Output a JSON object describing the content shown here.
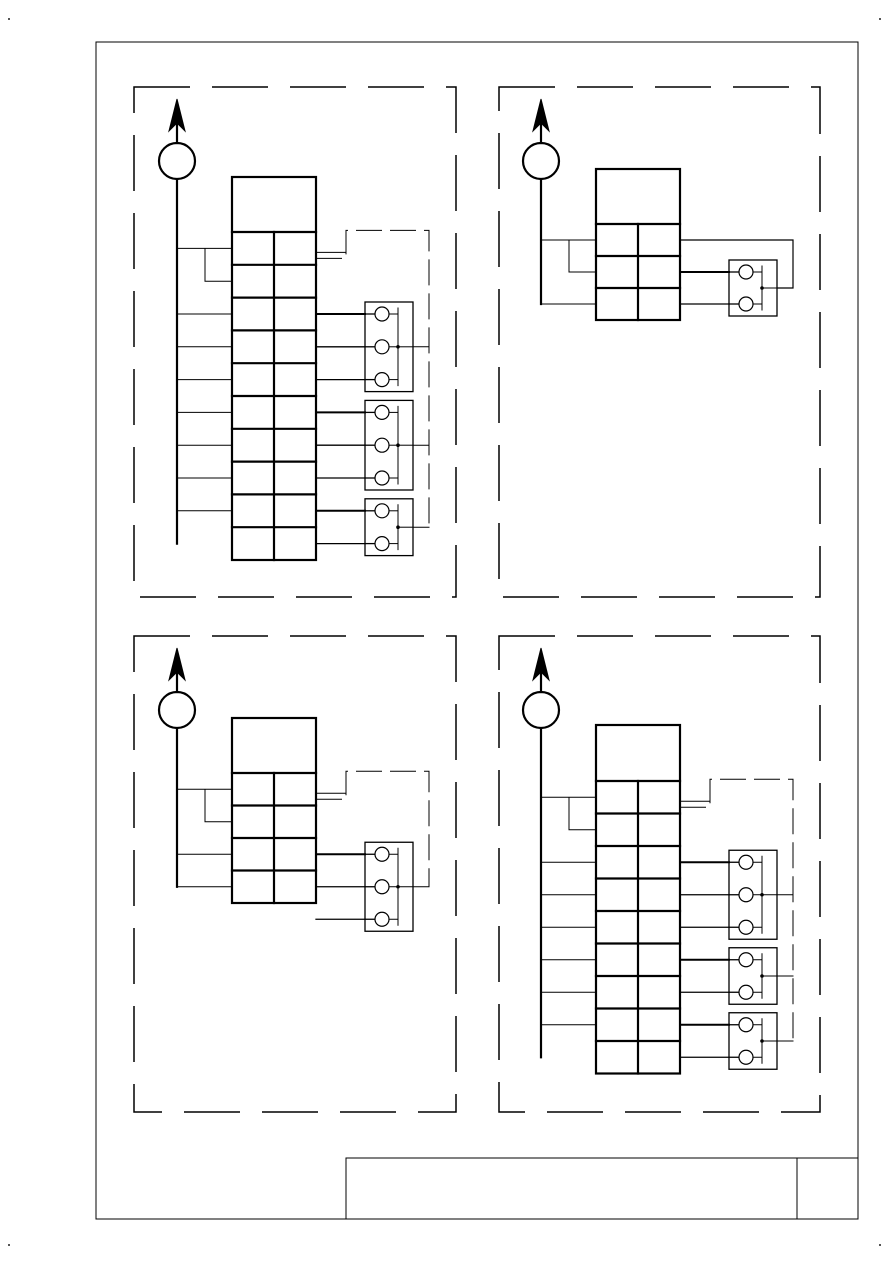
{
  "sheet": {
    "stroke": "#000000",
    "background": "#ffffff",
    "title_block": {
      "text": "",
      "sheet_no": ""
    }
  },
  "panels": [
    {
      "name": "panel-top-left",
      "terminal_rows": 10,
      "contact_groups": [
        3,
        3,
        2
      ],
      "dashed_link": "wide"
    },
    {
      "name": "panel-top-right",
      "terminal_rows": 3,
      "contact_groups": [
        2
      ],
      "dashed_link": "none"
    },
    {
      "name": "panel-bottom-left",
      "terminal_rows": 4,
      "contact_groups": [
        3
      ],
      "dashed_link": "short"
    },
    {
      "name": "panel-bottom-right",
      "terminal_rows": 9,
      "contact_groups": [
        3,
        2,
        2
      ],
      "dashed_link": "wide"
    }
  ]
}
